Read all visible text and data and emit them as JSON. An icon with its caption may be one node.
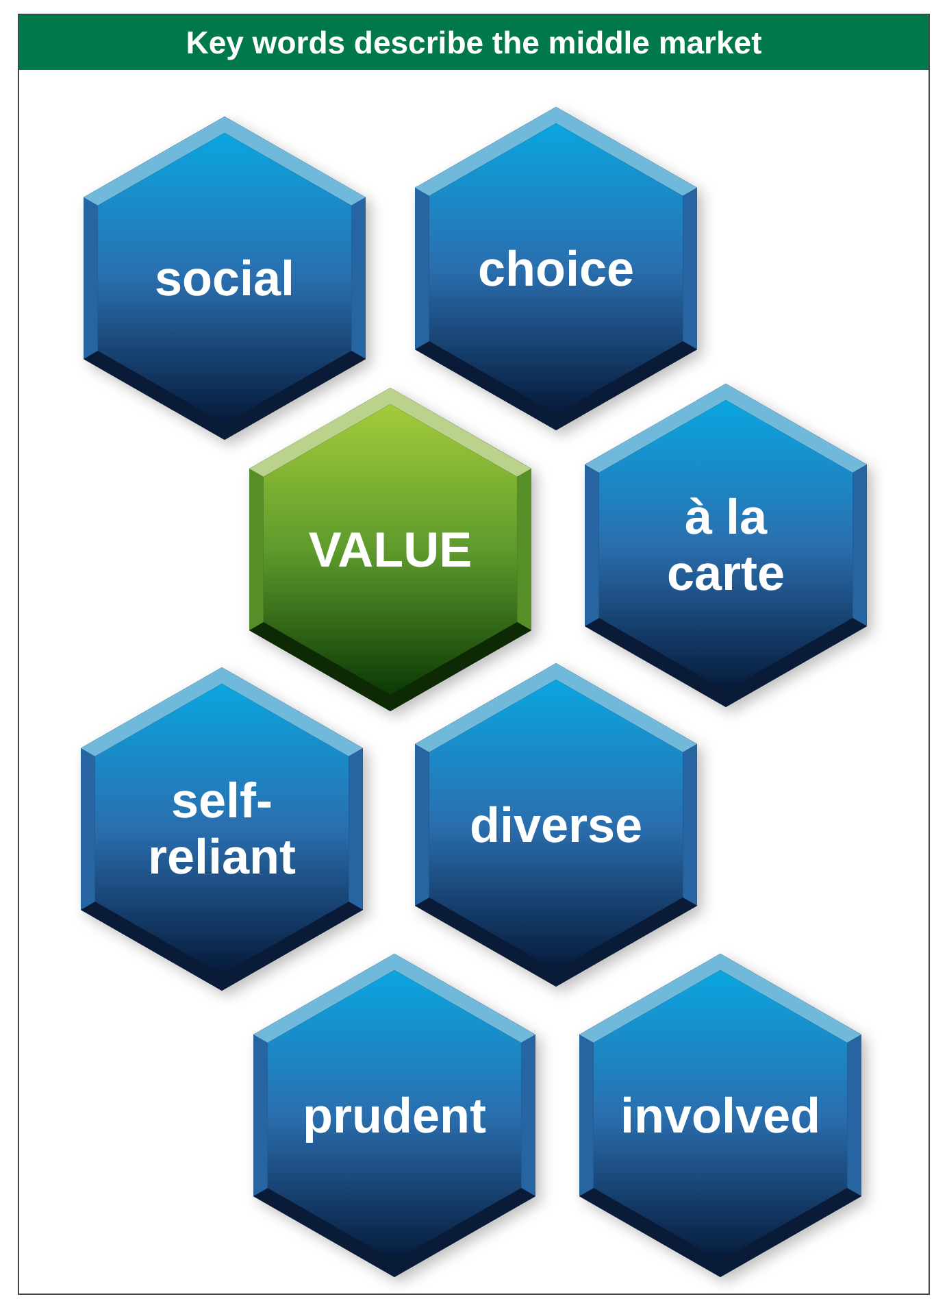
{
  "diagram": {
    "title": "Key words describe the middle market",
    "nodes": [
      {
        "text": [
          "social"
        ]
      },
      {
        "text": [
          "choice"
        ]
      },
      {
        "text": [
          "VALUE"
        ]
      },
      {
        "text": [
          "à la carte"
        ]
      },
      {
        "text": [
          "self-reliant"
        ]
      },
      {
        "text": [
          "diverse"
        ]
      },
      {
        "text": [
          "prudent"
        ]
      },
      {
        "text": [
          "involved"
        ]
      }
    ],
    "edges": []
  }
}
